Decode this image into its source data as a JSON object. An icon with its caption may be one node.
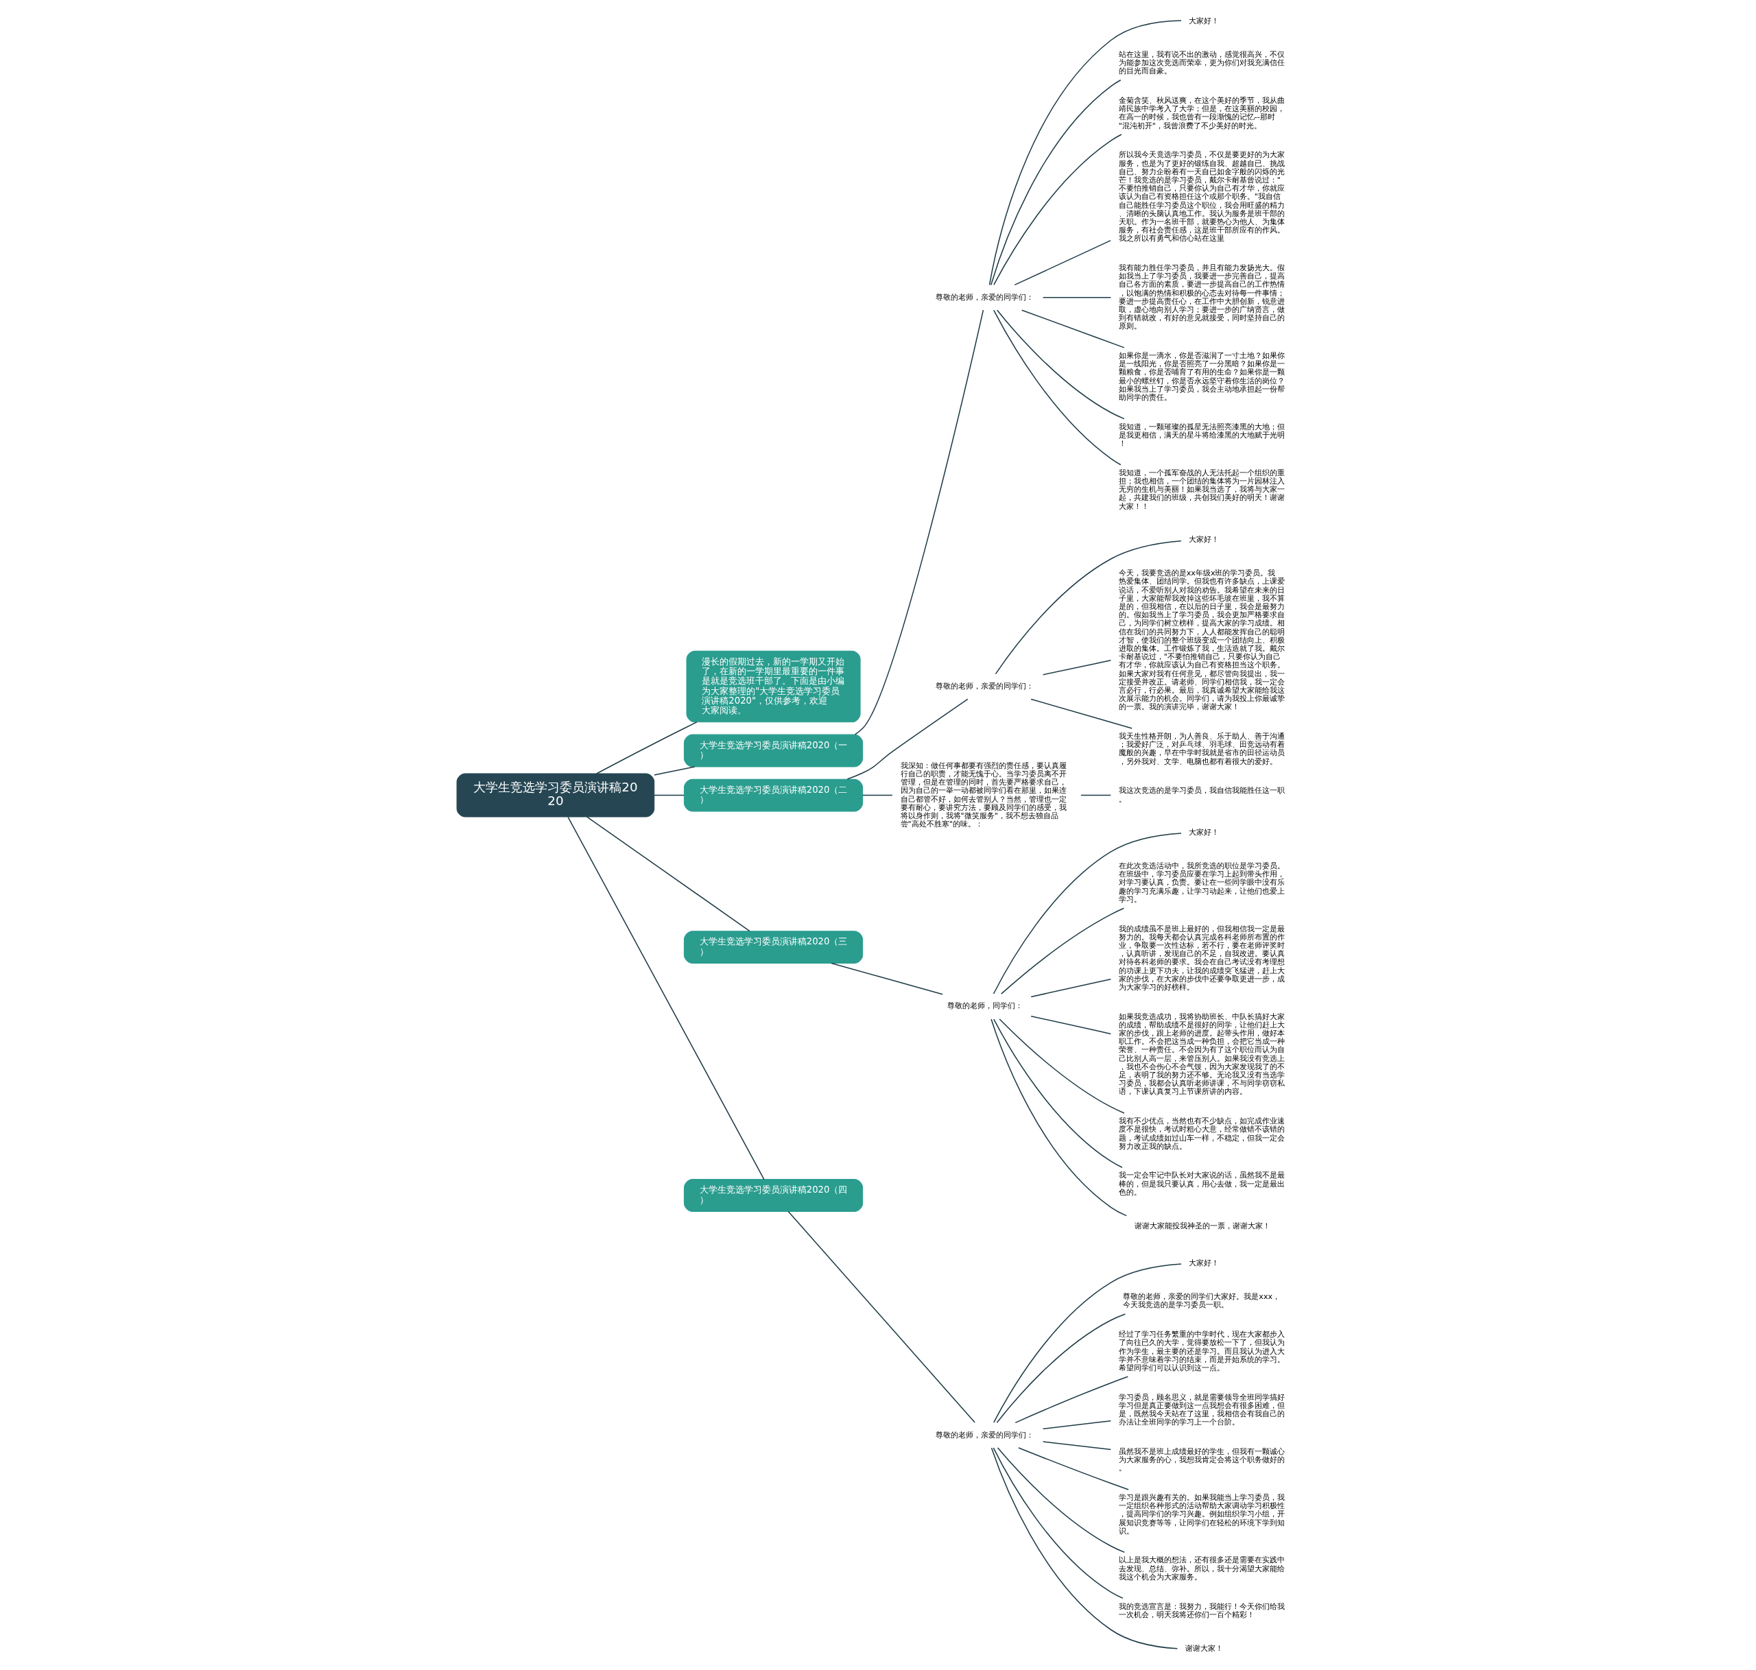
{
  "diagram": {
    "nodes": [
      {
        "text": [
          "大学生竞选学习委员演讲稿2020"
        ]
      },
      {
        "text": [
          "漫长的假期过去，新的一学期又开始了，在新的一学期里最重要的一件事是就是竞选班干部了。下面是由小编为大家整理的\"大学生竞选学习委员演讲稿2020\"，仅供参考，欢迎大家阅读。"
        ]
      },
      {
        "text": [
          "大学生竞选学习委员演讲稿2020（一）"
        ]
      },
      {
        "text": [
          "尊敬的老师，亲爱的同学们："
        ]
      },
      {
        "text": [
          "大家好！"
        ]
      },
      {
        "text": [
          "站在这里，我有说不出的激动，感觉很高兴，不仅为能参加这次竞选而荣幸，更为你们对我充满信任的目光而自豪。"
        ]
      },
      {
        "text": [
          "金菊含笑、秋风送爽，在这个美好的季节，我从曲靖民族中学考入了大学；但是，在这美丽的校园，在高一的时候，我也曾有一段渐愧的记忆--那时\"混沌初开\"，我曾浪费了不少美好的时光。"
        ]
      },
      {
        "text": [
          "所以我今天竟选学习委员，不仅是要更好的为大家服务，也是为了更好的锻练自我、超越自已、挑战自已、努力企盼着有一天自已如金字般的闪烁的光芒！我竞选的是学习委员，戴尔卡耐基曾说过：\"不要怕推销自己，只要你认为自己有才华，你就应该认为自己有资格担任这个或那个职务。\"我自信自己能胜任学习委员这个职位，我会用旺盛的精力、清晰的头脑认真地工作。我认为服务是班干部的天职。作为一名班干部，就要热心为他人、为集体服务，有社会责任感，这是班干部所应有的作风。我之所以有勇气和信心站在这里"
        ]
      },
      {
        "text": [
          "我有能力胜任学习委员，并且有能力发扬光大。假如我当上了学习委员，我要进一步完善自己，提高自己各方面的素质，要进一步提高自己的工作热情，以饱满的热情和积极的心态去对待每一件事情；要进一步提高责任心，在工作中大胆创新，锐意进取，虚心地向别人学习；要进一步的广纳贤言，做到有错就改，有好的意见就接受，同时坚持自己的原则。"
        ]
      },
      {
        "text": [
          "如果你是一滴水，你是否滋润了一寸土地？如果你是一线阳光，你是否照亮了一分黑暗？如果你是一颗粮食，你是否哺育了有用的生命？如果你是一颗最小的螺丝钉，你是否永远坚守着你生活的岗位？如果我当上了学习委员，我会主动地承担起一份帮助同学的责任。"
        ]
      },
      {
        "text": [
          "我知道，一颗璀璨的孤星无法照亮漆黑的大地；但是我更相信，满天的星斗将给漆黑的大地赋于光明！"
        ]
      },
      {
        "text": [
          "我知道，一个孤军奋战的人无法托起一个组织的重担；我也相信，一个团结的集体将为一片园林注入无穷的生机与美丽！如果我当选了，我将与大家一起，共建我们的班级，共创我们美好的明天！谢谢大家！！"
        ]
      },
      {
        "text": [
          "大学生竞选学习委员演讲稿2020（二）"
        ]
      },
      {
        "text": [
          "尊敬的老师，亲爱的同学们："
        ]
      },
      {
        "text": [
          "大家好！"
        ]
      },
      {
        "text": [
          "今天，我要竞选的是xx年级x班的学习委员。我热爱集体、团结同学。但我也有许多缺点，上课爱说话，不爱听别人对我的劝告。我希望在未来的日子里，大家能帮我改掉这些坏毛玻在班里，我不算是的，但我相信，在以后的日子里，我会是最努力的。假如我当上了学习委员，我会更加严格要求自己，为同学们树立榜样，提高大家的学习成绩。相信在我们的共同努力下，人人都能发挥自己的聪明才智，使我们的整个班级变成一个团结向上、积极进取的集体。工作锻炼了我，生活造就了我。戴尔卡耐基说过，\"不要怕推销自己，只要你认为自己有才华，你就应该认为自己有资格担当这个职务。如果大家对我有任何意见，都尽管向我提出，我一定接受并改正。请老师、同学们相信我，我一定会言必行，行必果。最后，我真诚希望大家能给我这次展示能力的机会。同学们，请为我投上你最诚挚的一票。我的演讲完毕，谢谢大家！"
        ]
      },
      {
        "text": [
          "我天生性格开朗，为人善良、乐于助人、善于沟通；我爱好广泛，对乒乓球、羽毛球、田竞远动有着魔般的兴趣，早在中学时我就是省市的田径运动员，另外我对、文学、电脑也都有着很大的爱好。"
        ]
      },
      {
        "text": [
          "我深知：做任何事都要有强烈的责任感，要认真履行自己的职责，才能无愧于心。当学习委员离不开管理，但是在管理的同时，首先要严格要求自己，因为自己的一举一动都被同学们看在那里，如果连自己都管不好，如何去管别人？当然，管理也一定要有耐心，要讲究方法，要顾及同学们的感受，我将以身作则，我将\"微笑服务\"，我不想去独自品尝\"高处不胜寒\"的味。："
        ]
      },
      {
        "text": [
          "我这次竞选的是学习委员，我自信我能胜任这一职。"
        ]
      },
      {
        "text": [
          "大学生竞选学习委员演讲稿2020（三）"
        ]
      },
      {
        "text": [
          "尊敬的老师，同学们："
        ]
      },
      {
        "text": [
          "大家好！"
        ]
      },
      {
        "text": [
          "在此次竞选活动中，我所竞选的职位是学习委员。在班级中，学习委员应要在学习上起到带头作用，对学习要认真，负责。要让在一些同学眼中没有乐趣的学习充满乐趣，让学习动起来，让他们也爱上学习。"
        ]
      },
      {
        "text": [
          "我的成绩虽不是班上最好的，但我相信我一定是最努力的。我每天都会认真完成各科老师所布置的作业，争取要一次性达标，若不行，要在老师评奖时，认真听讲，发现自己的不足，自我改进。要认真对待各科老师的要求。我会在自己考试没有考理想的功课上更下功夫，让我的成绩突飞猛进，赶上大家的步伐，在大家的步伐中还要争取更进一步，成为大家学习的好榜样。"
        ]
      },
      {
        "text": [
          "如果我竞选成功，我将协助班长、中队长搞好大家的成绩，帮助成绩不是很好的同学，让他们赶上大家的步伐，跟上老师的进度。起带头作用，做好本职工作。不会把这当成一种负担，会把它当成一种荣誉、一种责任。不会因为有了这个职位而认为自己比别人高一层，来管压别人。如果我没有竞选上，我也不会伤心不会气馁，因为大家发现我了的不足，表明了我的努力还不够。无论我又没有当选学习委员，我都会认真听老师讲课，不与同学窃窃私语，下课认真复习上节课所讲的内容。"
        ]
      },
      {
        "text": [
          "我有不少优点，当然也有不少缺点，如完成作业速度不是很快，考试时粗心大意，经常做错不该错的题，考试成绩如过山车一样，不稳定，但我一定会努力改正我的缺点。"
        ]
      },
      {
        "text": [
          "我一定会牢记中队长对大家说的话，虽然我不是最棒的，但是我只要认真，用心去做，我一定是最出色的。"
        ]
      },
      {
        "text": [
          "谢谢大家能投我神圣的一票，谢谢大家！"
        ]
      },
      {
        "text": [
          "大学生竞选学习委员演讲稿2020（四）"
        ]
      },
      {
        "text": [
          "尊敬的老师，亲爱的同学们："
        ]
      },
      {
        "text": [
          "大家好！"
        ]
      },
      {
        "text": [
          "尊敬的老师，亲爱的同学们大家好。我是xxx，今天我竞选的是学习委员一职。"
        ]
      },
      {
        "text": [
          "经过了学习任务繁重的中学时代，现在大家都步入了向往已久的大学，觉得要放松一下了，但我认为作为学生，最主要的还是学习。而且我认为进入大学并不意味着学习的结束，而是开始系统的学习。希望同学们可以认识到这一点。"
        ]
      },
      {
        "text": [
          "学习委员，顾名思义，就是需要领导全班同学搞好学习但是真正要做到这一点我想会有很多困难，但是，既然我今天站在了这里，我相信会有我自己的办法让全班同学的学习上一个台阶。"
        ]
      },
      {
        "text": [
          "虽然我不是班上成绩最好的学生，但我有一颗诚心为大家服务的心，我想我肯定会将这个职务做好的。"
        ]
      },
      {
        "text": [
          "学习是跟兴趣有关的。如果我能当上学习委员，我一定组织各种形式的活动帮助大家调动学习积极性，提高同学们的学习兴趣。例如组织学习小组，开展知识竞赛等等，让同学们在轻松的环境下学到知识。"
        ]
      },
      {
        "text": [
          "以上是我大概的想法，还有很多还是需要在实践中去发现、总结、弥补。所以，我十分渴望大家能给我这个机会为大家服务。"
        ]
      },
      {
        "text": [
          "我的竞选宣言是：我努力，我能行！今天你们给我一次机会，明天我将还你们一百个精彩！"
        ]
      },
      {
        "text": [
          "谢谢大家！"
        ]
      }
    ],
    "edges": [
      {
        "from": 0,
        "to": 1,
        "arrow": "none"
      },
      {
        "from": 0,
        "to": 2,
        "arrow": "none"
      },
      {
        "from": 2,
        "to": 3,
        "arrow": "none"
      },
      {
        "from": 3,
        "to": 4,
        "arrow": "none"
      },
      {
        "from": 3,
        "to": 5,
        "arrow": "none"
      },
      {
        "from": 3,
        "to": 6,
        "arrow": "none"
      },
      {
        "from": 3,
        "to": 7,
        "arrow": "none"
      },
      {
        "from": 3,
        "to": 8,
        "arrow": "none"
      },
      {
        "from": 3,
        "to": 9,
        "arrow": "none"
      },
      {
        "from": 3,
        "to": 10,
        "arrow": "none"
      },
      {
        "from": 3,
        "to": 11,
        "arrow": "none"
      },
      {
        "from": 0,
        "to": 12,
        "arrow": "none"
      },
      {
        "from": 12,
        "to": 13,
        "arrow": "none"
      },
      {
        "from": 13,
        "to": 14,
        "arrow": "none"
      },
      {
        "from": 13,
        "to": 15,
        "arrow": "none"
      },
      {
        "from": 13,
        "to": 16,
        "arrow": "none"
      },
      {
        "from": 12,
        "to": 17,
        "arrow": "none"
      },
      {
        "from": 17,
        "to": 18,
        "arrow": "none"
      },
      {
        "from": 0,
        "to": 19,
        "arrow": "none"
      },
      {
        "from": 19,
        "to": 20,
        "arrow": "none"
      },
      {
        "from": 20,
        "to": 21,
        "arrow": "none"
      },
      {
        "from": 20,
        "to": 22,
        "arrow": "none"
      },
      {
        "from": 20,
        "to": 23,
        "arrow": "none"
      },
      {
        "from": 20,
        "to": 24,
        "arrow": "none"
      },
      {
        "from": 20,
        "to": 25,
        "arrow": "none"
      },
      {
        "from": 20,
        "to": 26,
        "arrow": "none"
      },
      {
        "from": 20,
        "to": 27,
        "arrow": "none"
      },
      {
        "from": 0,
        "to": 28,
        "arrow": "none"
      },
      {
        "from": 28,
        "to": 29,
        "arrow": "none"
      },
      {
        "from": 29,
        "to": 30,
        "arrow": "none"
      },
      {
        "from": 29,
        "to": 31,
        "arrow": "none"
      },
      {
        "from": 29,
        "to": 32,
        "arrow": "none"
      },
      {
        "from": 29,
        "to": 33,
        "arrow": "none"
      },
      {
        "from": 29,
        "to": 34,
        "arrow": "none"
      },
      {
        "from": 29,
        "to": 35,
        "arrow": "none"
      },
      {
        "from": 29,
        "to": 36,
        "arrow": "none"
      },
      {
        "from": 29,
        "to": 37,
        "arrow": "none"
      },
      {
        "from": 29,
        "to": 38,
        "arrow": "none"
      }
    ]
  }
}
